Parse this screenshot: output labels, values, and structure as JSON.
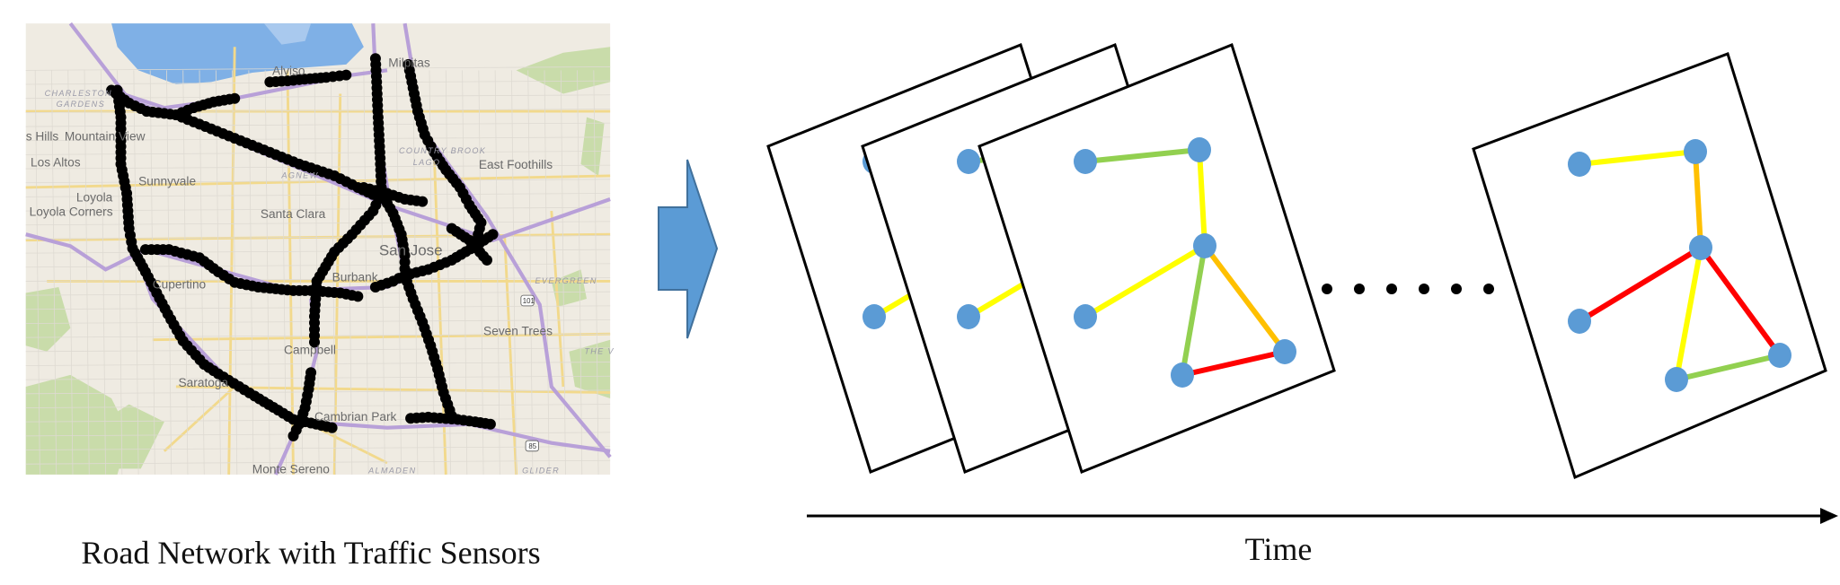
{
  "captions": {
    "left": "Road Network with Traffic Sensors",
    "right": "Time"
  },
  "map": {
    "labels": [
      "Alviso",
      "Milpitas",
      "CHARLESTON",
      "GARDENS",
      "s Hills",
      "Mountain View",
      "Los Altos",
      "Sunnyvale",
      "Loyola",
      "Loyola Corners",
      "Santa Clara",
      "East Foothills",
      "San Jose",
      "Burbank",
      "Cupertino",
      "Campbell",
      "EVERGREEN",
      "Seven Trees",
      "Saratoga",
      "Cambrian Park",
      "Monte Sereno",
      "ALMADEN",
      "GLIDER",
      "AGNEW",
      "COUNTRY BROOK",
      "LAGO",
      "THE V"
    ],
    "shields": [
      "101",
      "85"
    ],
    "sensor_color": "#000000"
  },
  "transition_arrow": {
    "fill": "#5b9bd5",
    "stroke": "#41719c"
  },
  "graph": {
    "node_color": "#5b9bd5",
    "colors": {
      "green": "#92d050",
      "yellow": "#ffff00",
      "orange": "#ffc000",
      "red": "#ff0000"
    },
    "frames": [
      {
        "edges": [
          "green",
          "yellow",
          "yellow",
          "green",
          "orange",
          "red"
        ]
      },
      {
        "edges": [
          "green",
          "yellow",
          "yellow",
          "green",
          "orange",
          "red"
        ]
      },
      {
        "edges": [
          "green",
          "yellow",
          "yellow",
          "green",
          "orange",
          "red"
        ]
      },
      {
        "edges": [
          "yellow",
          "orange",
          "red",
          "yellow",
          "red",
          "green"
        ]
      }
    ]
  },
  "ellipsis_dots": 6
}
